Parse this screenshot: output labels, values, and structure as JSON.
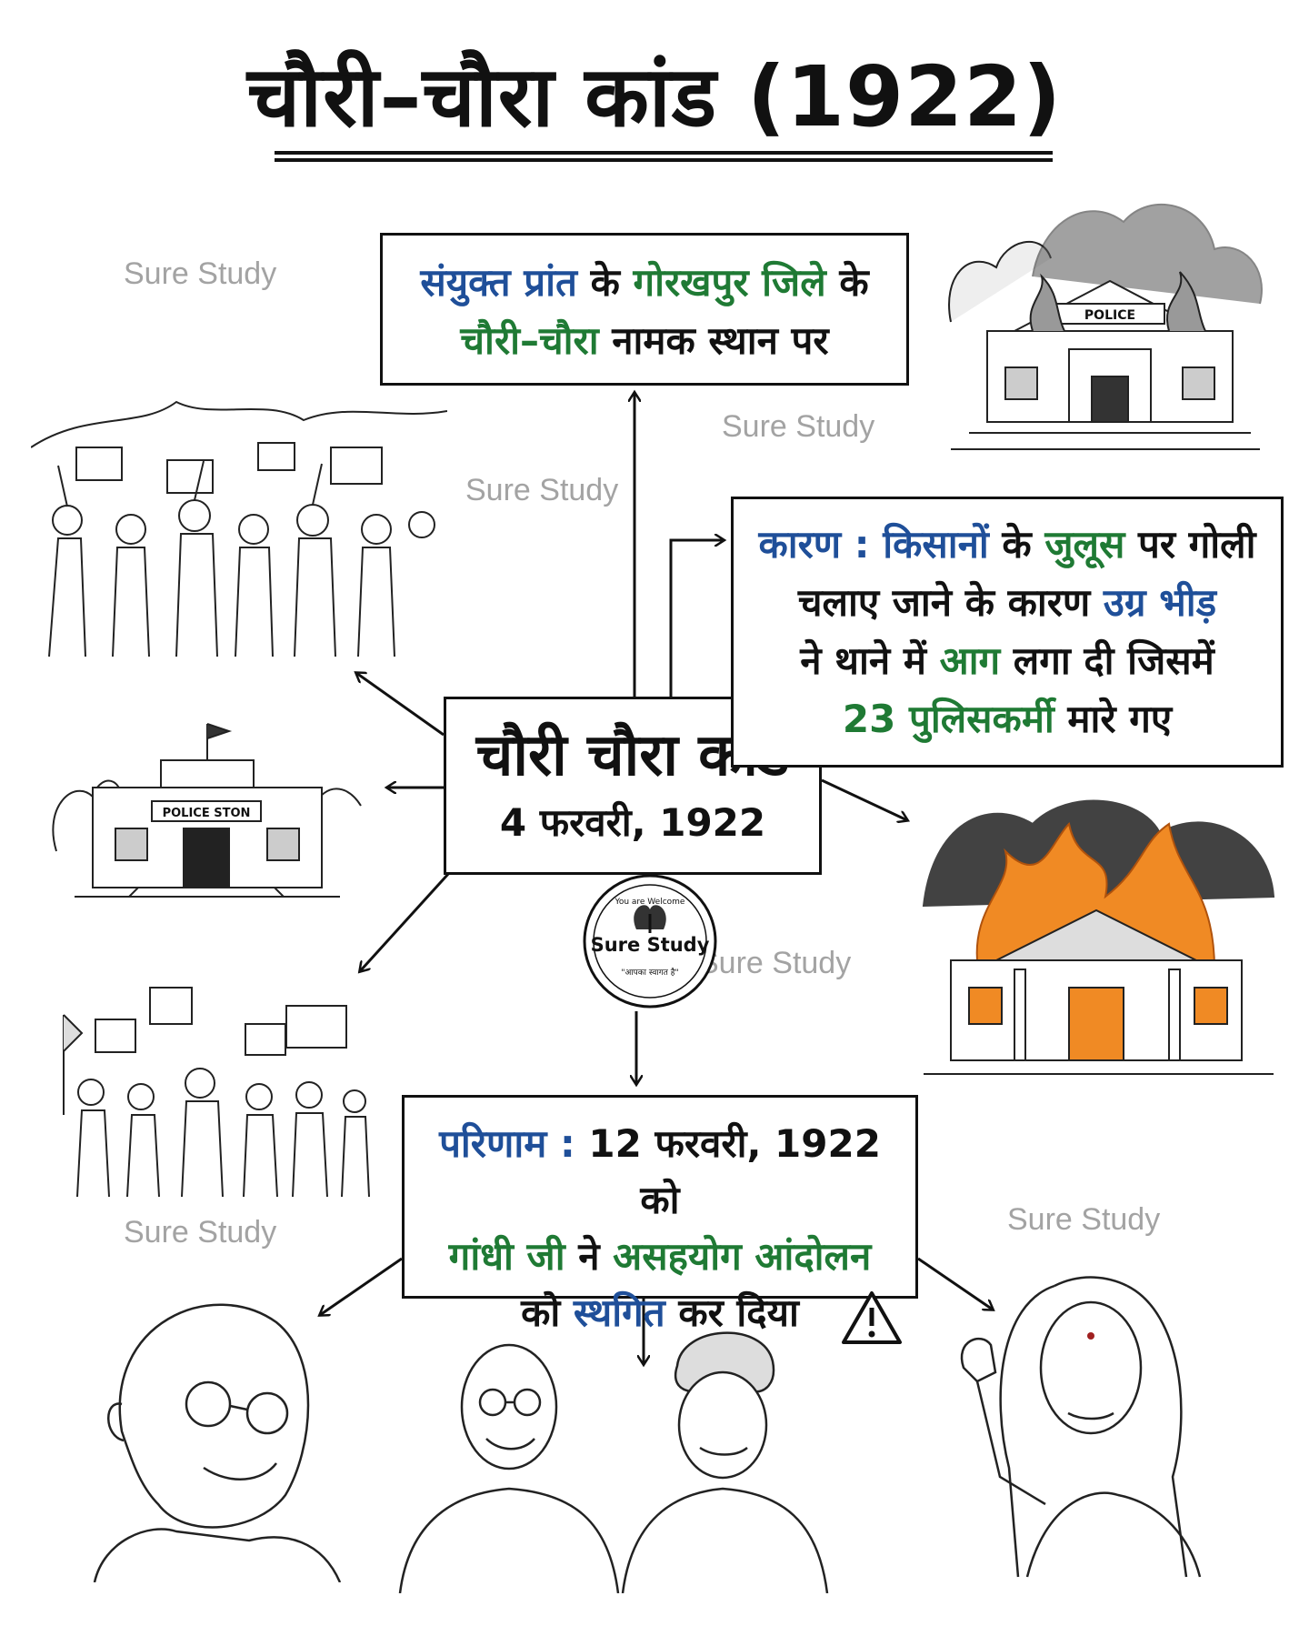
{
  "title": "चौरी–चौरा कांड (1922)",
  "location_box": {
    "w1": "संयुक्त प्रांत",
    "w2": " के ",
    "w3": "गोरखपुर जिले",
    "w4": " के",
    "w5": "चौरी–चौरा",
    "w6": " नामक स्थान पर"
  },
  "center_box": {
    "title": "चौरी चौरा कांड",
    "date": "4 फरवरी, 1922"
  },
  "cause_box": {
    "label": "कारण :",
    "t1": " किसानों",
    "t2": " के ",
    "t3": "जुलूस",
    "t4": " पर गोली",
    "t5": "चलाए जाने के कारण ",
    "t6": "उग्र भीड़",
    "t7": "ने थाने में ",
    "t8": "आग",
    "t9": " लगा दी जिसमें",
    "t10": "23 पुलिसकर्मी",
    "t11": " मारे गए"
  },
  "result_box": {
    "label": "परिणाम :",
    "t1": " 12 फरवरी, 1922 को",
    "t2": "गांधी जी",
    "t3": " ने ",
    "t4": "असहयोग आंदोलन",
    "t5": "को ",
    "t6": "स्थगित",
    "t7": " कर दिया"
  },
  "watermark": "Sure Study",
  "illustrations": {
    "police_sign_burning": "POLICE",
    "police_sign_station": "POLICE STON"
  },
  "seal": {
    "top_text": "You are Welcome",
    "center_text": "Sure Study",
    "bottom_text": "\"आपका स्वागत है\""
  },
  "colors": {
    "blue": "#1f4f99",
    "green": "#1f7a34",
    "fire": "#f08a24"
  }
}
